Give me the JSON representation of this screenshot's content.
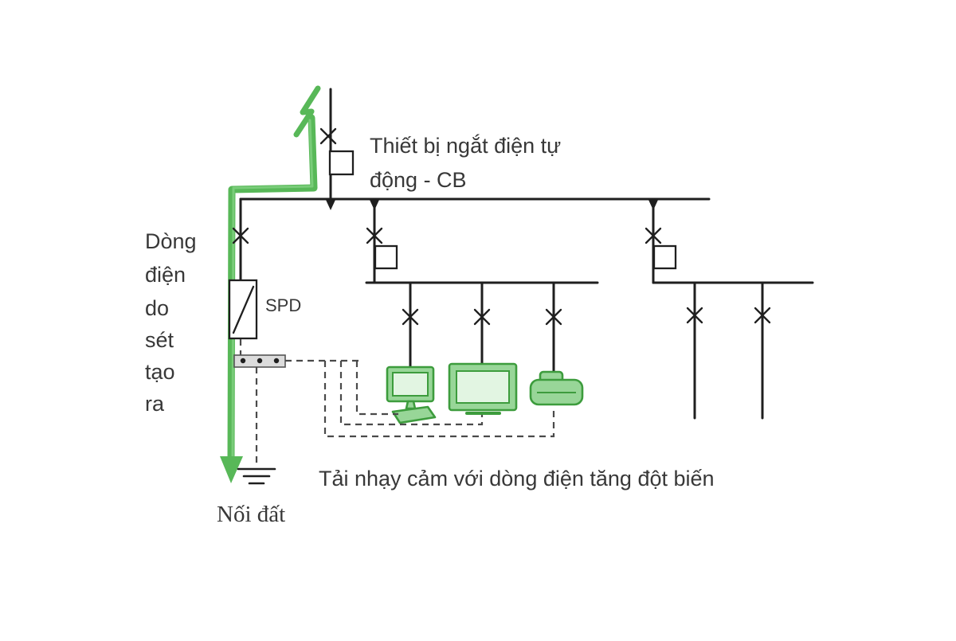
{
  "labels": {
    "cb_line1": "Thiết bị ngắt điện tự",
    "cb_line2": "động - CB",
    "surge_words": [
      "Dòng",
      "điện",
      "do",
      "sét",
      "tạo",
      "ra"
    ],
    "spd": "SPD",
    "ground": "Nối đất",
    "loads": "Tải nhạy cảm với dòng điện tăng đột biến"
  },
  "colors": {
    "wire": "#1f1f1f",
    "surge_green": "#58b858",
    "device_fill": "#98d698",
    "device_stroke": "#3d9c3d",
    "text": "#383838",
    "background": "#ffffff"
  }
}
